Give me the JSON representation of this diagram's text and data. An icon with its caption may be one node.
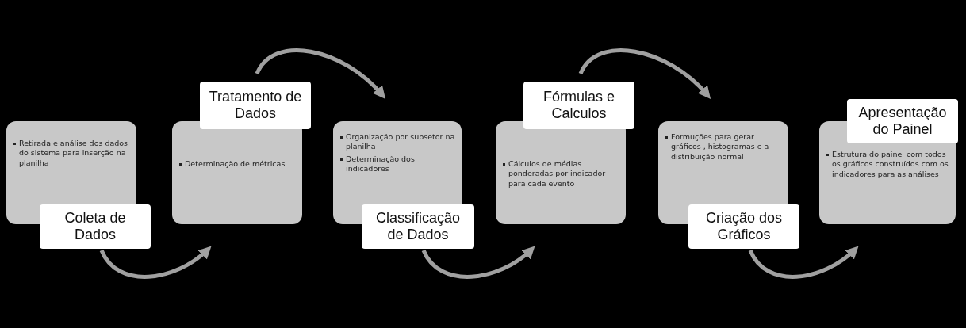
{
  "diagram": {
    "nodes": [
      {
        "text": [
          "Retirada e análise dos dados do sistema para inserção na planilha",
          "Coleta de Dados"
        ]
      },
      {
        "text": [
          "Tratamento de Dados",
          "Determinação de métricas"
        ]
      },
      {
        "text": [
          "Organização por subsetor na planilha",
          "Determinação dos indicadores",
          "Classificação de Dados"
        ]
      },
      {
        "text": [
          "Fórmulas e Calculos",
          "Cálculos de médias ponderadas por indicador para cada evento"
        ]
      },
      {
        "text": [
          "Formuções para gerar gráficos , histogramas e a distribuição normal",
          "Criação dos Gráficos"
        ]
      },
      {
        "text": [
          "Apresentação do Painel",
          "Estrutura do painel com todos os gráficos construídos com os indicadores para as análises"
        ]
      }
    ],
    "edges": [
      {
        "from": 0,
        "to": 1,
        "arrow": "to"
      },
      {
        "from": 1,
        "to": 2,
        "arrow": "to"
      },
      {
        "from": 2,
        "to": 3,
        "arrow": "to"
      },
      {
        "from": 3,
        "to": 4,
        "arrow": "to"
      },
      {
        "from": 4,
        "to": 5,
        "arrow": "to"
      }
    ]
  }
}
